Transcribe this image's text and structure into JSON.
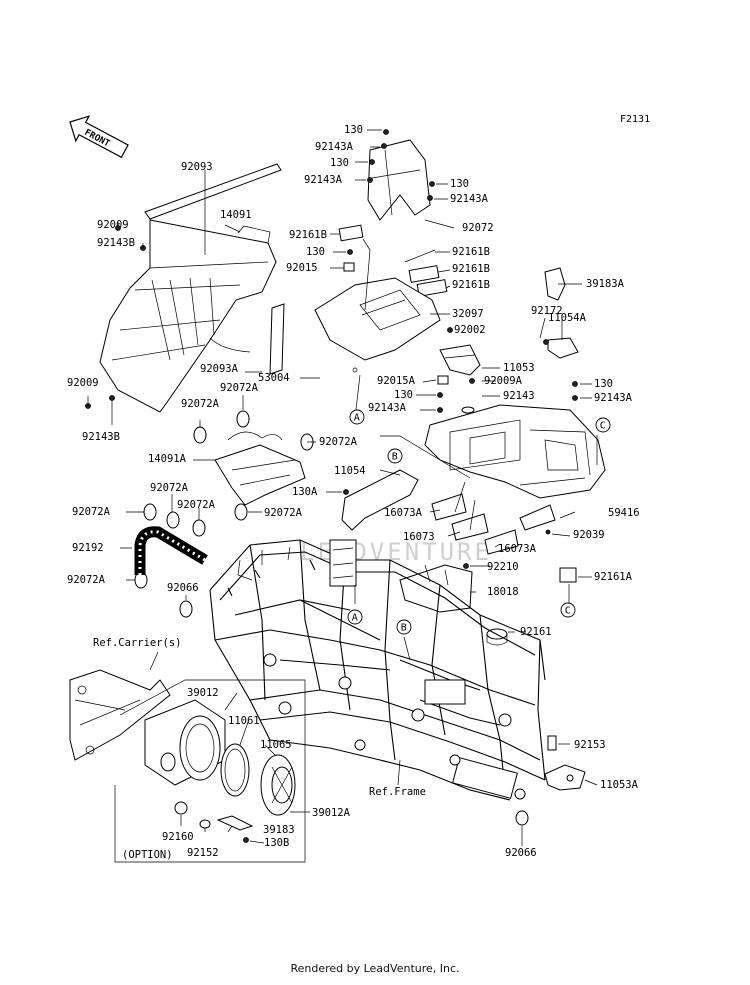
{
  "figure_id": "F2131",
  "front_label": "FRONT",
  "watermark": "LEADVENTURE",
  "footer": "Rendered by LeadVenture, Inc.",
  "callouts": [
    {
      "name": "callout-92093",
      "text": "92093"
    },
    {
      "name": "callout-14091",
      "text": "14091"
    },
    {
      "name": "callout-92009-top",
      "text": "92009"
    },
    {
      "name": "callout-92143b-top",
      "text": "92143B"
    },
    {
      "name": "callout-92093a",
      "text": "92093A"
    },
    {
      "name": "callout-92009-mid",
      "text": "92009"
    },
    {
      "name": "callout-92143b-mid",
      "text": "92143B"
    },
    {
      "name": "callout-92072a-1",
      "text": "92072A"
    },
    {
      "name": "callout-92072a-2",
      "text": "92072A"
    },
    {
      "name": "callout-92072a-3",
      "text": "92072A"
    },
    {
      "name": "callout-14091a",
      "text": "14091A"
    },
    {
      "name": "callout-92072a-4",
      "text": "92072A"
    },
    {
      "name": "callout-92072a-5",
      "text": "92072A"
    },
    {
      "name": "callout-92072a-6",
      "text": "92072A"
    },
    {
      "name": "callout-92072a-7",
      "text": "92072A"
    },
    {
      "name": "callout-92192",
      "text": "92192"
    },
    {
      "name": "callout-92072a-8",
      "text": "92072A"
    },
    {
      "name": "callout-92066-left",
      "text": "92066"
    },
    {
      "name": "callout-130-1",
      "text": "130"
    },
    {
      "name": "callout-92143a-1",
      "text": "92143A"
    },
    {
      "name": "callout-130-2",
      "text": "130"
    },
    {
      "name": "callout-92143a-2",
      "text": "92143A"
    },
    {
      "name": "callout-130-3",
      "text": "130"
    },
    {
      "name": "callout-92143a-3",
      "text": "92143A"
    },
    {
      "name": "callout-92072",
      "text": "92072"
    },
    {
      "name": "callout-92161b-1",
      "text": "92161B"
    },
    {
      "name": "callout-92161b-2",
      "text": "92161B"
    },
    {
      "name": "callout-130-4",
      "text": "130"
    },
    {
      "name": "callout-92015",
      "text": "92015"
    },
    {
      "name": "callout-92161b-3",
      "text": "92161B"
    },
    {
      "name": "callout-92161b-4",
      "text": "92161B"
    },
    {
      "name": "callout-32097",
      "text": "32097"
    },
    {
      "name": "callout-92002",
      "text": "92002"
    },
    {
      "name": "callout-53004",
      "text": "53004"
    },
    {
      "name": "callout-92015a",
      "text": "92015A"
    },
    {
      "name": "callout-130-5",
      "text": "130"
    },
    {
      "name": "callout-92143a-4",
      "text": "92143A"
    },
    {
      "name": "callout-11053",
      "text": "11053"
    },
    {
      "name": "callout-92009a",
      "text": "92009A"
    },
    {
      "name": "callout-92143",
      "text": "92143"
    },
    {
      "name": "callout-39183a",
      "text": "39183A"
    },
    {
      "name": "callout-92172",
      "text": "92172"
    },
    {
      "name": "callout-11054a",
      "text": "11054A"
    },
    {
      "name": "callout-130-6",
      "text": "130"
    },
    {
      "name": "callout-92143a-5",
      "text": "92143A"
    },
    {
      "name": "callout-11054",
      "text": "11054"
    },
    {
      "name": "callout-130a",
      "text": "130A"
    },
    {
      "name": "callout-16073a-1",
      "text": "16073A"
    },
    {
      "name": "callout-16073",
      "text": "16073"
    },
    {
      "name": "callout-16073a-2",
      "text": "16073A"
    },
    {
      "name": "callout-59416",
      "text": "59416"
    },
    {
      "name": "callout-92039",
      "text": "92039"
    },
    {
      "name": "callout-92210",
      "text": "92210"
    },
    {
      "name": "callout-92161a",
      "text": "92161A"
    },
    {
      "name": "callout-18018",
      "text": "18018"
    },
    {
      "name": "callout-92161",
      "text": "92161"
    },
    {
      "name": "callout-ref-carrier",
      "text": "Ref.Carrier(s)"
    },
    {
      "name": "callout-39012",
      "text": "39012"
    },
    {
      "name": "callout-11061",
      "text": "11061"
    },
    {
      "name": "callout-11065",
      "text": "11065"
    },
    {
      "name": "callout-39012a",
      "text": "39012A"
    },
    {
      "name": "callout-92160",
      "text": "92160"
    },
    {
      "name": "callout-92152",
      "text": "92152"
    },
    {
      "name": "callout-39183",
      "text": "39183"
    },
    {
      "name": "callout-130b",
      "text": "130B"
    },
    {
      "name": "callout-option",
      "text": "(OPTION)"
    },
    {
      "name": "callout-ref-frame",
      "text": "Ref.Frame"
    },
    {
      "name": "callout-92153",
      "text": "92153"
    },
    {
      "name": "callout-11053a",
      "text": "11053A"
    },
    {
      "name": "callout-92066-right",
      "text": "92066"
    }
  ],
  "markers": [
    {
      "name": "marker-a-1",
      "text": "A"
    },
    {
      "name": "marker-a-2",
      "text": "A"
    },
    {
      "name": "marker-b-1",
      "text": "B"
    },
    {
      "name": "marker-b-2",
      "text": "B"
    },
    {
      "name": "marker-c-1",
      "text": "C"
    },
    {
      "name": "marker-c-2",
      "text": "C"
    }
  ]
}
